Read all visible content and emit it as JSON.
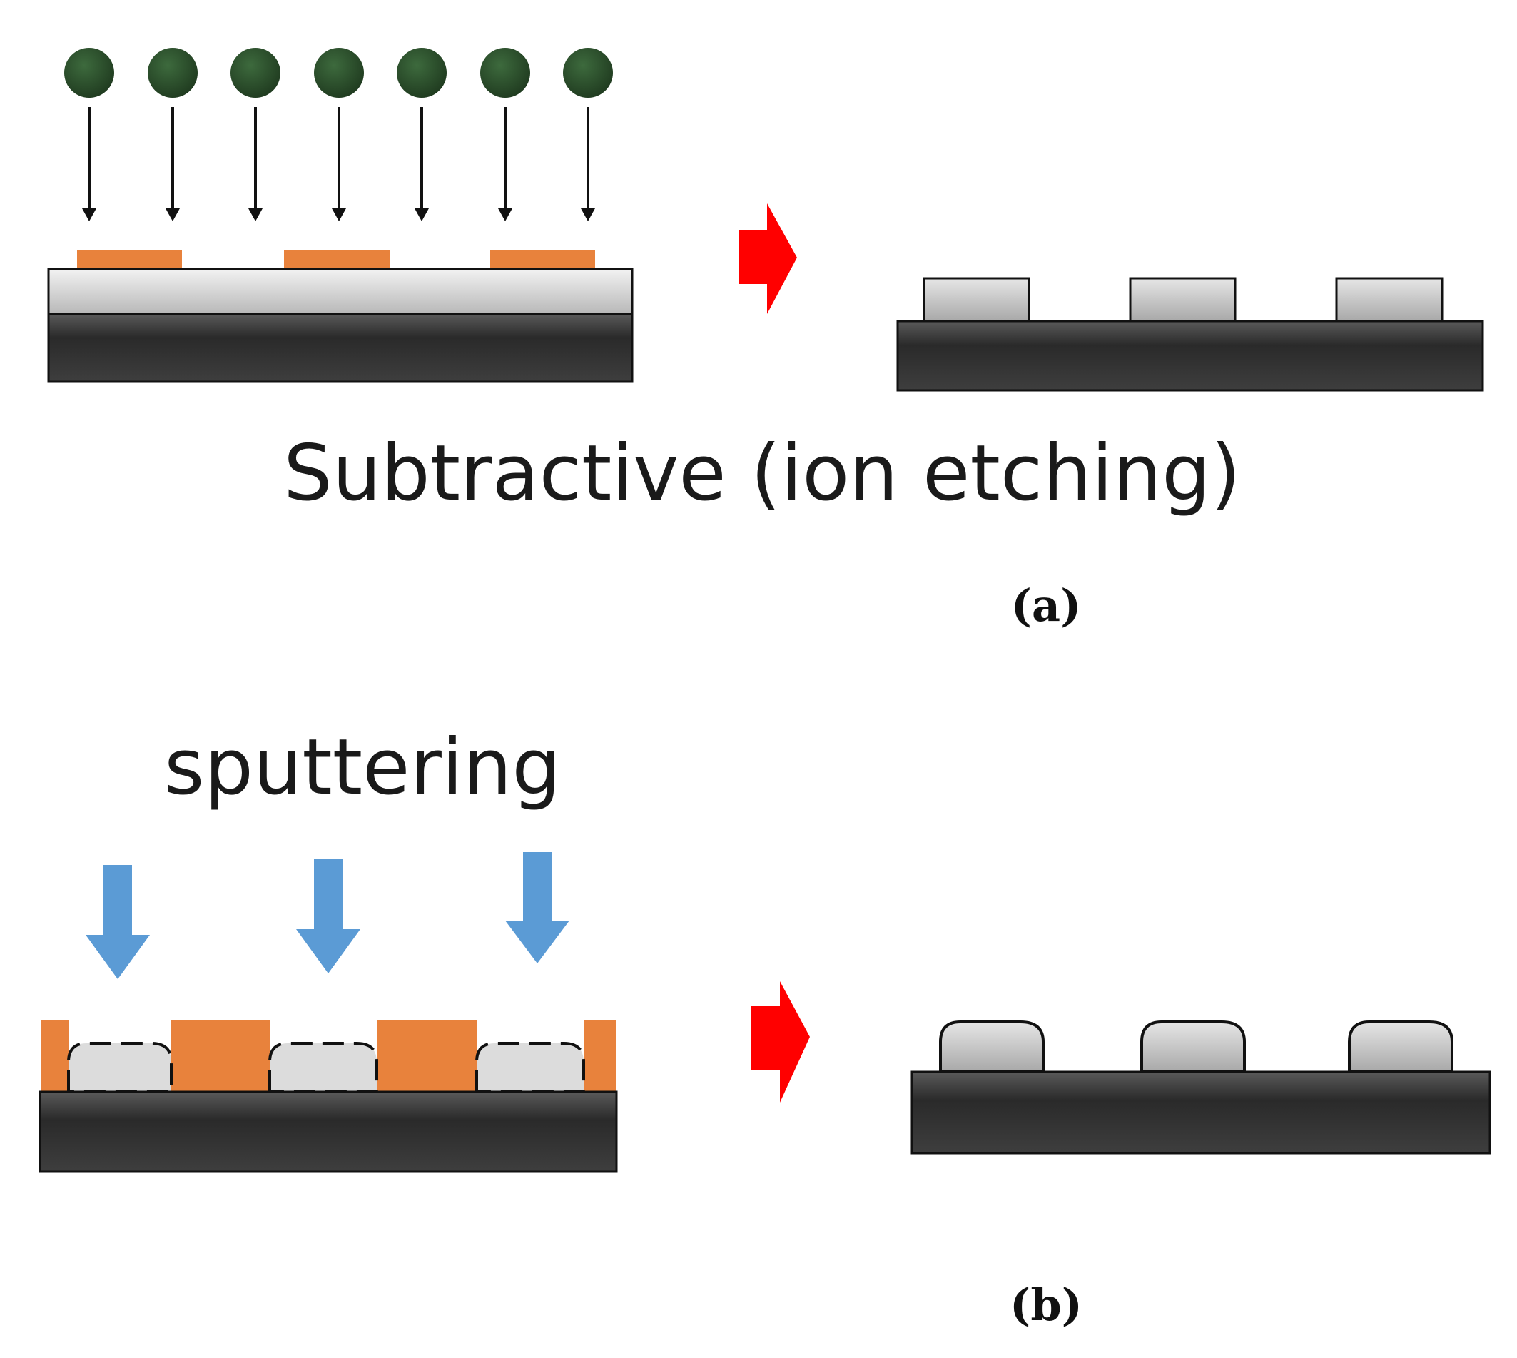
{
  "panel_a": {
    "caption": "Subtractive (ion etching)",
    "label": "(a)"
  },
  "panel_b": {
    "caption": "sputtering",
    "label": "(b)"
  },
  "colors": {
    "ion": "#2f4f2f",
    "mask": "#e8823c",
    "film": "#d4d4d4",
    "substrate": "#2e2e2e",
    "process_arrow": "#ff0000",
    "deposition_arrow": "#5b9bd5"
  }
}
